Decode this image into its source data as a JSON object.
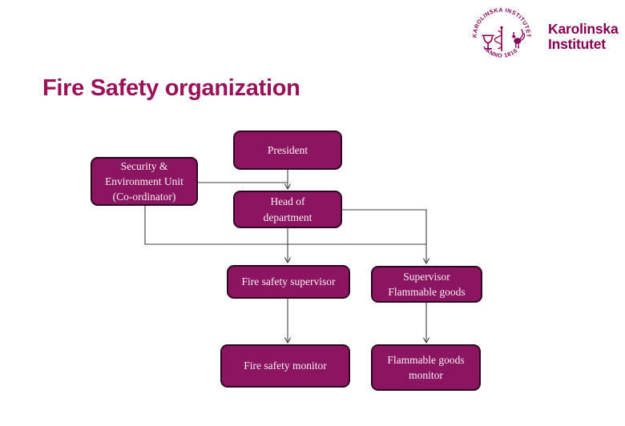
{
  "colors": {
    "brand_plum": "#870052",
    "title_text": "#9B1159",
    "node_fill": "#8B1560",
    "node_border": "#2E0520",
    "node_text": "#F8EEF4",
    "connector_line": "#3F3F3F",
    "background": "#FFFFFF"
  },
  "header": {
    "title": "Fire Safety organization"
  },
  "logo": {
    "wordmark_line1": "Karolinska",
    "wordmark_line2": "Institutet",
    "seal_top_text": "KAROLINSKA INSTITUTET",
    "seal_bottom_text": "• ANNO 1810 •"
  },
  "org_chart": {
    "type": "organization-chart",
    "nodes": [
      {
        "id": "president",
        "label": "President"
      },
      {
        "id": "security-environment-unit",
        "label": "Security &\nEnvironment Unit\n(Co-ordinator)"
      },
      {
        "id": "head-of-department",
        "label": "Head of\ndepartment"
      },
      {
        "id": "fire-safety-supervisor",
        "label": "Fire safety supervisor"
      },
      {
        "id": "supervisor-flammable-goods",
        "label": "Supervisor\nFlammable goods"
      },
      {
        "id": "fire-safety-monitor",
        "label": "Fire safety monitor"
      },
      {
        "id": "flammable-goods-monitor",
        "label": "Flammable goods\nmonitor"
      }
    ],
    "edges": [
      {
        "from": "president",
        "to": "head-of-department",
        "arrow": true
      },
      {
        "from": "security-environment-unit",
        "to": "head-of-department",
        "arrow": false
      },
      {
        "from": "head-of-department",
        "to": "fire-safety-supervisor",
        "arrow": true
      },
      {
        "from": "head-of-department",
        "to": "supervisor-flammable-goods",
        "arrow": true
      },
      {
        "from": "security-environment-unit",
        "to": "supervisor-flammable-goods",
        "arrow": true
      },
      {
        "from": "fire-safety-supervisor",
        "to": "fire-safety-monitor",
        "arrow": true
      },
      {
        "from": "supervisor-flammable-goods",
        "to": "flammable-goods-monitor",
        "arrow": true
      }
    ]
  }
}
